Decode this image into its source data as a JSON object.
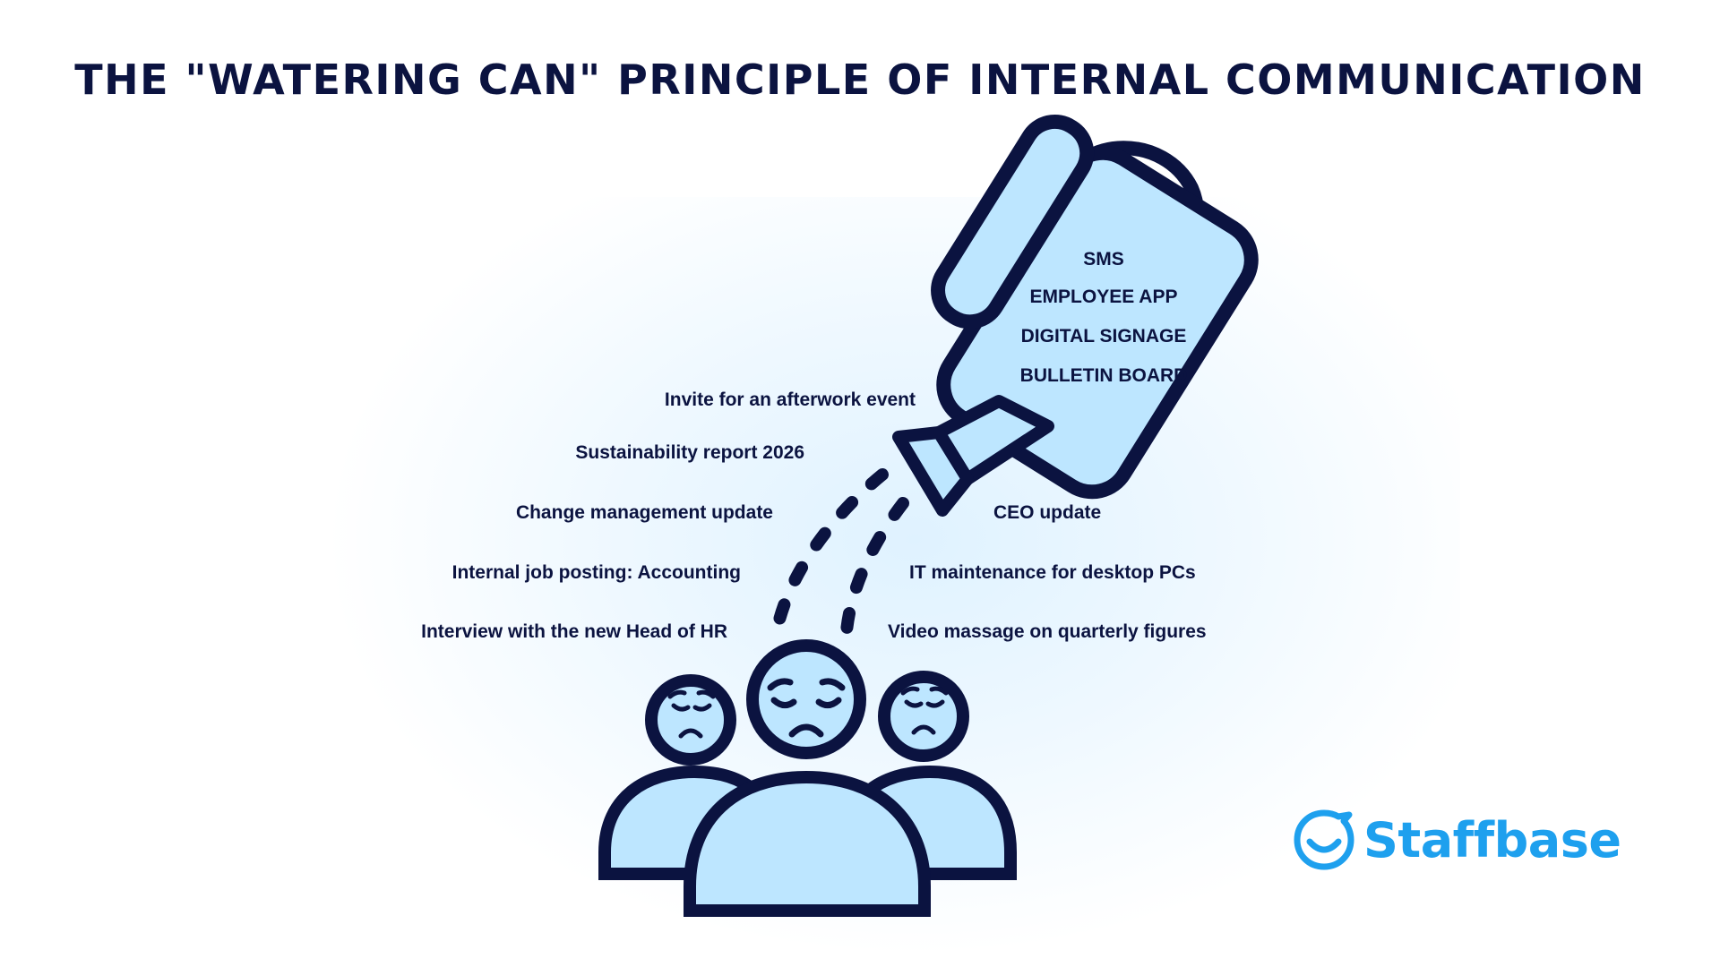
{
  "title": "THE \"WATERING CAN\" PRINCIPLE OF INTERNAL COMMUNICATION",
  "channels": [
    "SMS",
    "EMPLOYEE APP",
    "DIGITAL SIGNAGE",
    "BULLETIN BOARD"
  ],
  "messages_left": [
    "Invite for an afterwork event",
    "Sustainability report 2026",
    "Change management update",
    "Internal job posting: Accounting",
    "Interview with the new Head of HR"
  ],
  "messages_right": [
    "CEO update",
    "IT maintenance for desktop PCs",
    "Video massage on quarterly figures"
  ],
  "logo": {
    "name": "Staffbase"
  },
  "colors": {
    "navy": "#0b1340",
    "light_blue": "#bde6ff",
    "brand_blue": "#1ea0ee"
  }
}
